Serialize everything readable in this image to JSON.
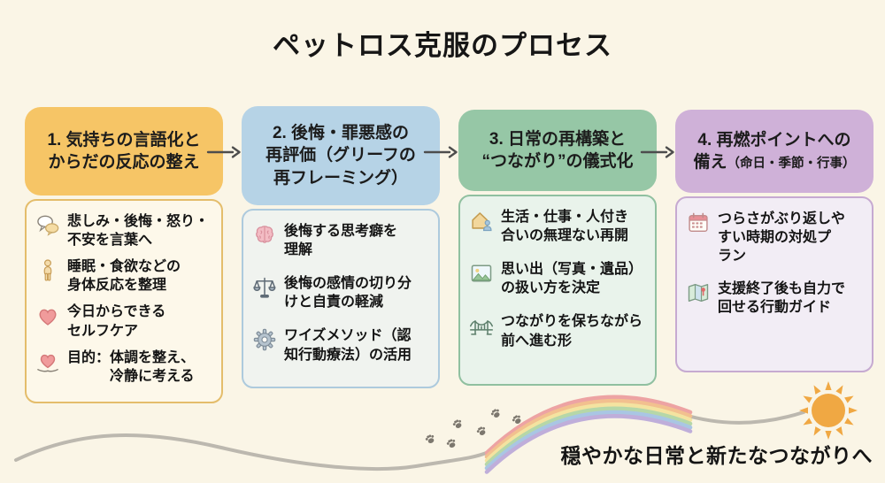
{
  "title": "ペットロス克服のプロセス",
  "footer": "穏やかな日常と新たなつながりへ",
  "columns": [
    {
      "header": "1. 気持ちの言語化と\nからだの反応の整え",
      "header_note": "",
      "colors": {
        "header_bg": "#f6c566",
        "body_bg": "#fdf8ea",
        "body_border": "#e4bd6b"
      },
      "items": [
        {
          "icon": "speech-bubbles-icon",
          "text": "悲しみ・後悔・怒り・\n不安を言葉へ"
        },
        {
          "icon": "person-icon",
          "text": "睡眠・食欲などの\n身体反応を整理"
        },
        {
          "icon": "heart-icon",
          "text": "今日からできる\nセルフケア"
        },
        {
          "icon": "heart-in-hands-icon",
          "text": "目的：体調を整え、\n　　　冷静に考える"
        }
      ]
    },
    {
      "header": "2. 後悔・罪悪感の\n再評価（グリーフの\n再フレーミング）",
      "header_note": "",
      "colors": {
        "header_bg": "#b6d3e6",
        "body_bg": "#f0f3ef",
        "body_border": "#adcadd"
      },
      "items": [
        {
          "icon": "brain-icon",
          "text": "後悔する思考癖を\n理解"
        },
        {
          "icon": "balance-scale-icon",
          "text": "後悔の感情の切り分\nけと自責の軽減"
        },
        {
          "icon": "gear-icon",
          "text": "ワイズメソッド（認\n知行動療法）の活用"
        }
      ]
    },
    {
      "header": "3. 日常の再構築と\n“つながり”の儀式化",
      "header_note": "",
      "colors": {
        "header_bg": "#96c7a6",
        "body_bg": "#e9f3eb",
        "body_border": "#90c0a0"
      },
      "items": [
        {
          "icon": "house-icon",
          "text": "生活・仕事・人付き\n合いの無理ない再開"
        },
        {
          "icon": "photo-icon",
          "text": "思い出（写真・遺品）\nの扱い方を決定"
        },
        {
          "icon": "bridge-icon",
          "text": "つながりを保ちながら\n前へ進む形"
        }
      ]
    },
    {
      "header": "4. 再燃ポイントへの\n備え",
      "header_note": "（命日・季節・行事）",
      "colors": {
        "header_bg": "#cfb1d8",
        "body_bg": "#f2edf5",
        "body_border": "#c6aad1"
      },
      "items": [
        {
          "icon": "calendar-icon",
          "text": "つらさがぶり返しや\nすい時期の対処プ\nラン"
        },
        {
          "icon": "map-icon",
          "text": "支援終了後も自力で\n回せる行動ガイド"
        }
      ]
    }
  ],
  "colors": {
    "background": "#faf5e6",
    "arrow": "#4d4d4d",
    "path_gray": "#bcb8af",
    "sun": "#f0a843",
    "paw": "#7c776e",
    "rainbow": [
      "#eda3a3",
      "#f2c08f",
      "#f4e3a0",
      "#b6d7a8",
      "#a9c6e3",
      "#bfaeda"
    ]
  }
}
